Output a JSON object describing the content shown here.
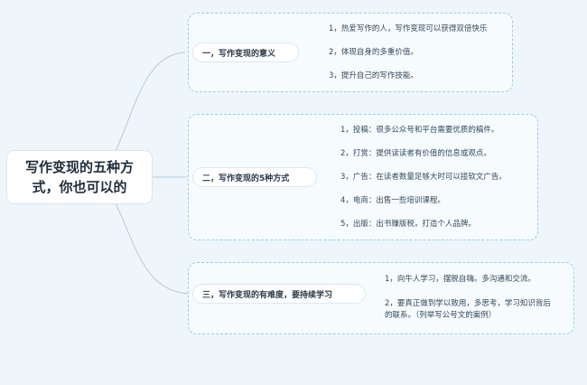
{
  "root": {
    "line1": "写作变现的五种方",
    "line2": "式，你也可以的"
  },
  "branches": [
    {
      "label": "一，写作变现的意义",
      "items": [
        "1，热爱写作的人，写作变现可以获得双倍快乐",
        "2，体现自身的多重价值。",
        "3，提升自己的写作技能。"
      ]
    },
    {
      "label": "二，写作变现的5种方式",
      "items": [
        "1，投稿：很多公众号和平台需要优质的稿件。",
        "2，打赏：提供读读者有价值的信息或观点。",
        "3，广告：在读者数量足够大时可以接软文广告。",
        "4，电商：出售一些培训课程。",
        "5，出版：出书赚版税，打造个人品牌。"
      ]
    },
    {
      "label": "三，写作变现的有难度，要持续学习",
      "items": [
        "1，向牛人学习，摆脱自嗨。多沟通和交流。",
        "2，要真正做到学以致用，多思考，学习知识背后的联系。（列举写公号文的案例）"
      ]
    }
  ],
  "colors": {
    "background": "#eef6fb",
    "box_border": "#9ccbe6",
    "connector": "#b7c9d8"
  }
}
